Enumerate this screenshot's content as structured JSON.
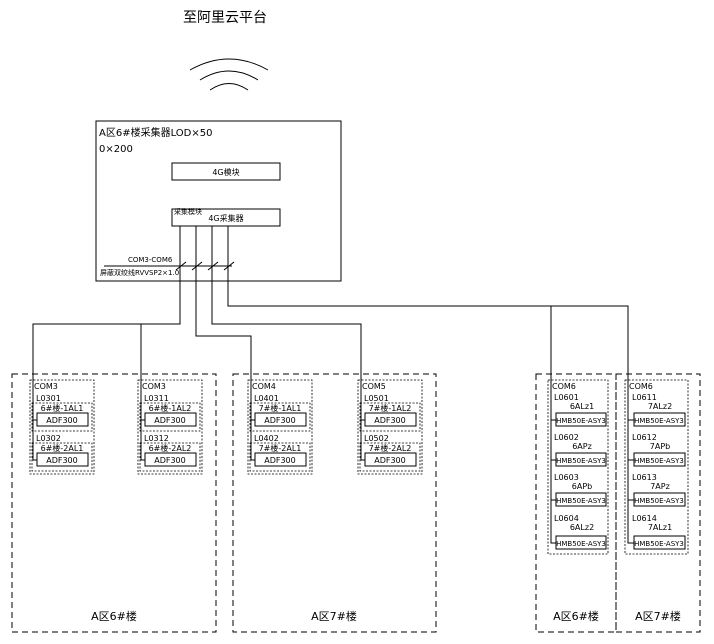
{
  "cloud_label": "至阿里云平台",
  "collector": {
    "title": "A区6#楼采集器LOD×50",
    "subtitle": "0×200",
    "module_top": "4G模块",
    "module_top_tag": "",
    "module_bottom": "4G采集器",
    "module_bottom_tag": "采集模块",
    "bus_label": "COM3-COM6",
    "cable_label": "屏蔽双绞线RVVSP2×1.0"
  },
  "meter_left": [
    {
      "com": "COM3",
      "items": [
        {
          "id": "L0301",
          "name": "6#楼-1AL1",
          "model": "ADF300"
        },
        {
          "id": "L0302",
          "name": "6#楼-2AL1",
          "model": "ADF300"
        }
      ]
    },
    {
      "com": "COM3",
      "items": [
        {
          "id": "L0311",
          "name": "6#楼-1AL2",
          "model": "ADF300"
        },
        {
          "id": "L0312",
          "name": "6#楼-2AL2",
          "model": "ADF300"
        }
      ]
    },
    {
      "com": "COM4",
      "items": [
        {
          "id": "L0401",
          "name": "7#楼-1AL1",
          "model": "ADF300"
        },
        {
          "id": "L0402",
          "name": "7#楼-2AL1",
          "model": "ADF300"
        }
      ]
    },
    {
      "com": "COM5",
      "items": [
        {
          "id": "L0501",
          "name": "7#楼-1AL2",
          "model": "ADF300"
        },
        {
          "id": "L0502",
          "name": "7#楼-2AL2",
          "model": "ADF300"
        }
      ]
    }
  ],
  "meter_right": [
    {
      "com": "COM6",
      "items": [
        {
          "id": "L0601",
          "name": "6ALz1",
          "model": "HMB50E-ASY3"
        },
        {
          "id": "L0602",
          "name": "6APz",
          "model": "HMB50E-ASY3"
        },
        {
          "id": "L0603",
          "name": "6APb",
          "model": "HMB50E-ASY3"
        },
        {
          "id": "L0604",
          "name": "6ALz2",
          "model": "HMB50E-ASY3"
        }
      ]
    },
    {
      "com": "COM6",
      "items": [
        {
          "id": "L0611",
          "name": "7ALz2",
          "model": "HMB50E-ASY3"
        },
        {
          "id": "L0612",
          "name": "7APb",
          "model": "HMB50E-ASY3"
        },
        {
          "id": "L0613",
          "name": "7APz",
          "model": "HMB50E-ASY3"
        },
        {
          "id": "L0614",
          "name": "7ALz1",
          "model": "HMB50E-ASY3"
        }
      ]
    }
  ],
  "buildings": [
    "A区6#楼",
    "A区7#楼",
    "A区6#楼",
    "A区7#楼"
  ]
}
